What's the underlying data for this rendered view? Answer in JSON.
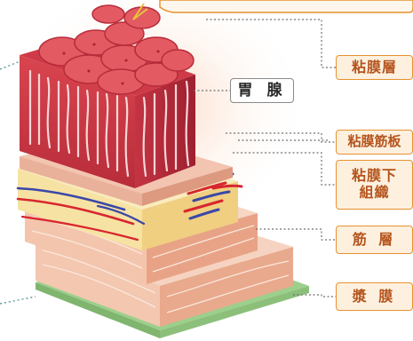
{
  "labels": {
    "gland": "胃 腺",
    "mucosa": "粘膜層",
    "muscularis_mucosae": "粘膜筋板",
    "submucosa": "粘膜下\n組織",
    "muscle": "筋 層",
    "serosa": "漿 膜"
  },
  "colors": {
    "label_text": "#b5541d",
    "label_border": "#e7922f",
    "label_fill": "#fdf0df",
    "mucosa": "#d2404b",
    "gland_lines": "#f7d6d6",
    "submucosa": "#f6e2a3",
    "muscle": "#f1b9a0",
    "serosa": "#9ccf8b",
    "artery": "#d8262e",
    "vein": "#3a47a8",
    "leader_line": "#6f6f6f"
  },
  "icons": [
    "callout-bubble"
  ]
}
